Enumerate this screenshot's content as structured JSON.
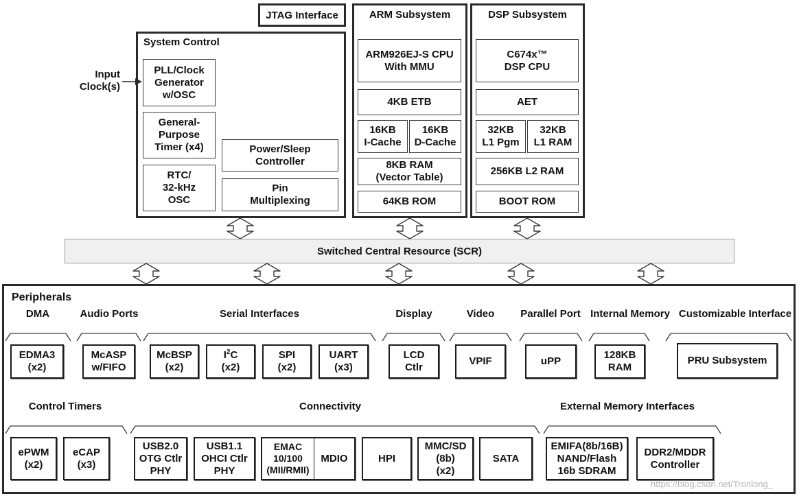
{
  "jtag": {
    "label": "JTAG Interface"
  },
  "system_control": {
    "title": "System Control",
    "input_clocks": "Input\nClock(s)",
    "pll": "PLL/Clock\nGenerator\nw/OSC",
    "timer": "General-\nPurpose\nTimer (x4)",
    "rtc": "RTC/\n32-kHz\nOSC",
    "power": "Power/Sleep\nController",
    "pinmux": "Pin\nMultiplexing"
  },
  "arm": {
    "title": "ARM Subsystem",
    "cpu": "ARM926EJ-S CPU\nWith MMU",
    "etb": "4KB ETB",
    "icache": "16KB\nI-Cache",
    "dcache": "16KB\nD-Cache",
    "ram": "8KB RAM\n(Vector Table)",
    "rom": "64KB ROM"
  },
  "dsp": {
    "title": "DSP Subsystem",
    "cpu": "C674x™\nDSP CPU",
    "aet": "AET",
    "l1pgm": "32KB\nL1 Pgm",
    "l1ram": "32KB\nL1 RAM",
    "l2ram": "256KB L2 RAM",
    "bootrom": "BOOT ROM"
  },
  "scr": {
    "label": "Switched Central Resource (SCR)"
  },
  "peripherals": {
    "title": "Peripherals",
    "row1": [
      {
        "label": "DMA",
        "items": [
          "EDMA3\n(x2)"
        ]
      },
      {
        "label": "Audio Ports",
        "items": [
          "McASP\nw/FIFO"
        ]
      },
      {
        "label": "Serial Interfaces",
        "items": [
          "McBSP\n(x2)",
          {
            "base": "I",
            "sup": "2",
            "tail": "C",
            "count": "(x2)"
          },
          "SPI\n(x2)",
          "UART\n(x3)"
        ]
      },
      {
        "label": "Display",
        "items": [
          "LCD\nCtlr"
        ]
      },
      {
        "label": "Video",
        "items": [
          "VPIF"
        ]
      },
      {
        "label": "Parallel Port",
        "items": [
          "uPP"
        ]
      },
      {
        "label": "Internal Memory",
        "items": [
          "128KB\nRAM"
        ]
      },
      {
        "label": "Customizable Interface",
        "items": [
          "PRU Subsystem"
        ]
      }
    ],
    "row2": [
      {
        "label": "Control Timers",
        "items": [
          "ePWM\n(x2)",
          "eCAP\n(x3)"
        ]
      },
      {
        "label": "Connectivity",
        "items": [
          "USB2.0\nOTG Ctlr\nPHY",
          "USB1.1\nOHCI Ctlr\nPHY",
          "EMAC\n10/100\n(MII/RMII)",
          "MDIO",
          "HPI",
          "MMC/SD\n(8b)\n(x2)",
          "SATA"
        ]
      },
      {
        "label": "External Memory Interfaces",
        "items": [
          "EMIFA(8b/16B)\nNAND/Flash\n16b SDRAM",
          "DDR2/MDDR\nController"
        ]
      }
    ]
  },
  "watermark": "https://blog.csdn.net/Tronlong_"
}
